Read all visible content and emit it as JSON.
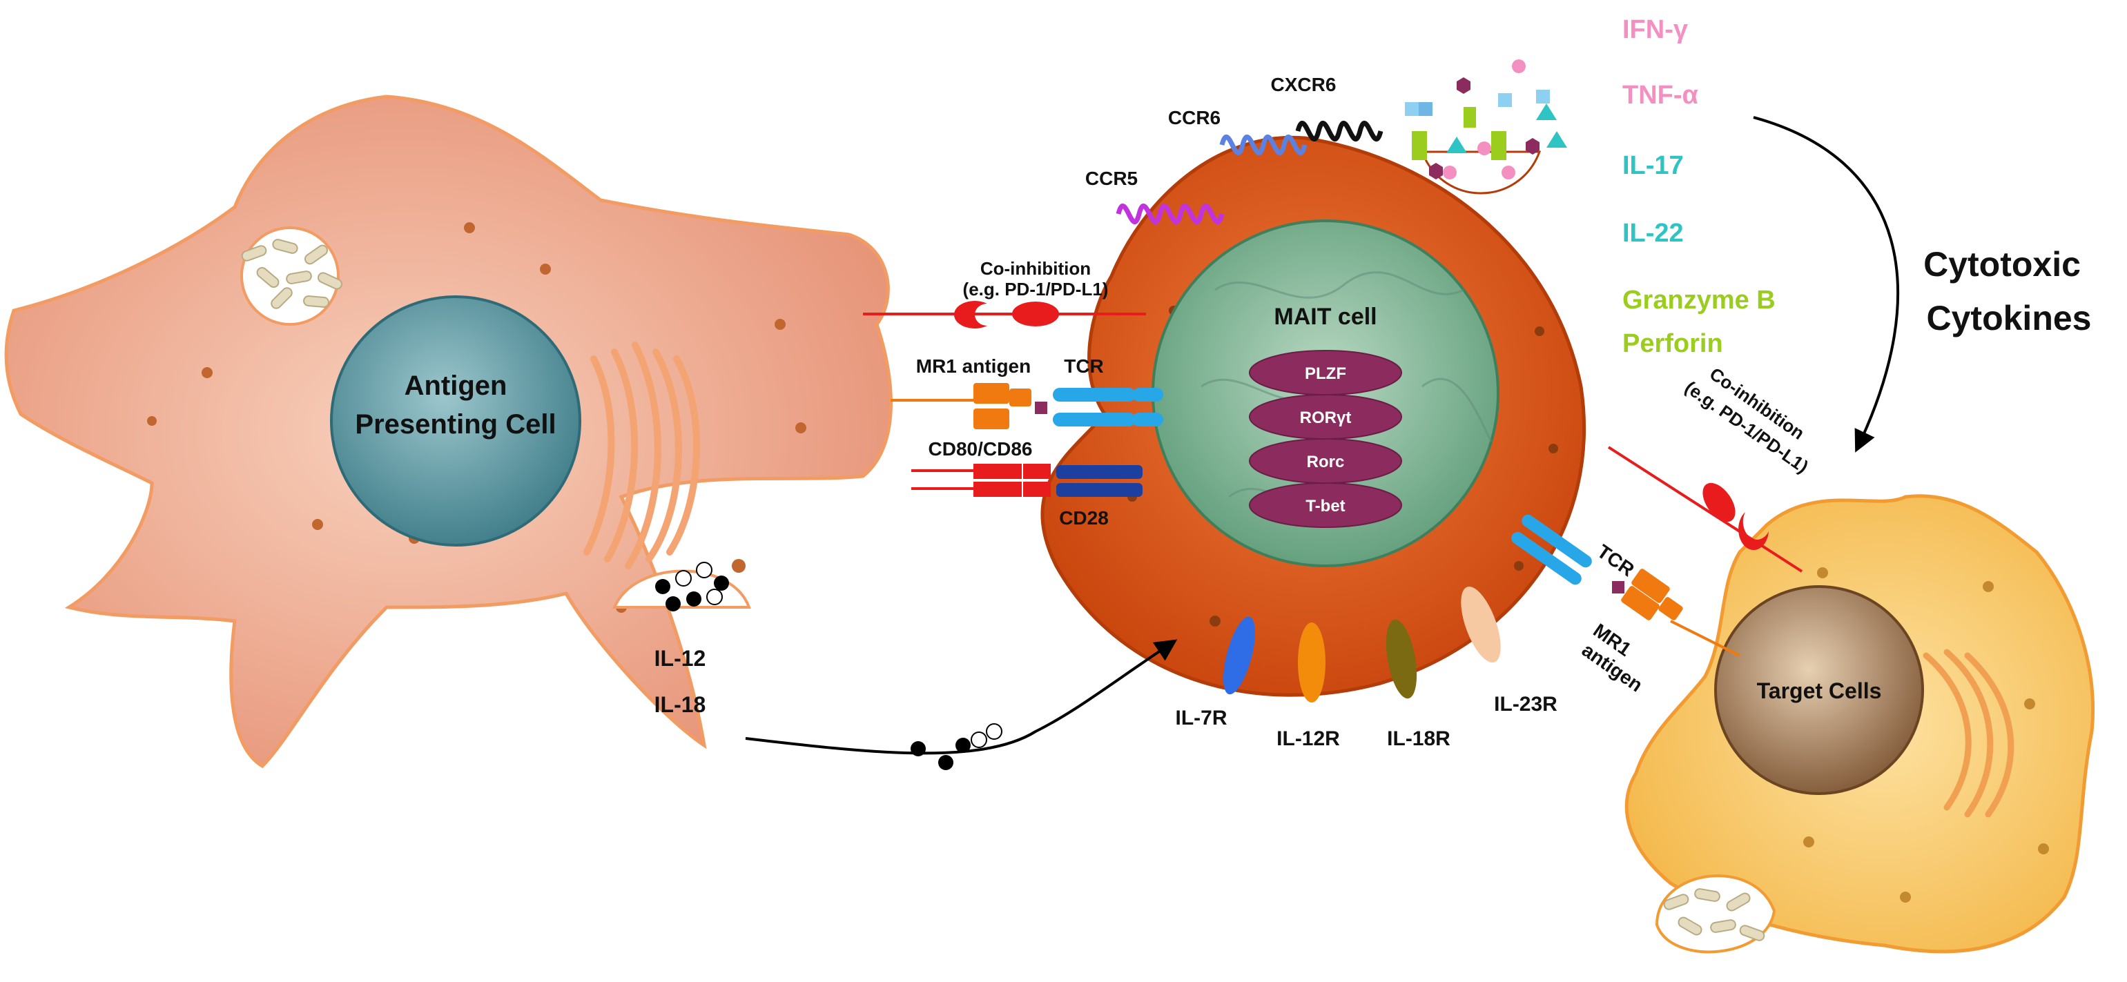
{
  "apc": {
    "label_line1": "Antigen",
    "label_line2": "Presenting Cell",
    "il12": "IL-12",
    "il18": "IL-18"
  },
  "mait": {
    "label": "MAIT cell",
    "transcription_factors": [
      "PLZF",
      "RORγt",
      "Rorc",
      "T-bet"
    ],
    "chemokine_receptors": {
      "ccr5": "CCR5",
      "ccr6": "CCR6",
      "cxcr6": "CXCR6"
    },
    "surface_receptors": {
      "il7r": "IL-7R",
      "il12r": "IL-12R",
      "il18r": "IL-18R",
      "il23r": "IL-23R"
    }
  },
  "synapse_left": {
    "coinhibition_line1": "Co-inhibition",
    "coinhibition_line2": "(e.g. PD-1/PD-L1)",
    "mr1_antigen": "MR1 antigen",
    "tcr": "TCR",
    "cd80_cd86": "CD80/CD86",
    "cd28": "CD28"
  },
  "synapse_right": {
    "coinhibition_line1": "Co-inhibition",
    "coinhibition_line2": "(e.g. PD-1/PD-L1)",
    "tcr": "TCR",
    "mr1_line1": "MR1",
    "mr1_line2": "antigen"
  },
  "cytokines": [
    {
      "label": "IFN-γ",
      "color": "#f48fc2"
    },
    {
      "label": "TNF-α",
      "color": "#f48fc2"
    },
    {
      "label": "IL-17",
      "color": "#2ec4c4"
    },
    {
      "label": "IL-22",
      "color": "#2ec4c4"
    },
    {
      "label": "Granzyme B",
      "color": "#9acd1e"
    },
    {
      "label": "Perforin",
      "color": "#9acd1e"
    }
  ],
  "cytotoxic": {
    "line1": "Cytotoxic",
    "line2": "Cytokines"
  },
  "target": {
    "label": "Target Cells"
  },
  "colors": {
    "apc_body": "#f2a98e",
    "apc_nucleus": "#4f8f9a",
    "mait_body": "#e0561c",
    "mait_nucleus": "#7fb58f",
    "tf_band": "#8b2b5e",
    "target_body": "#f8c464",
    "target_nucleus": "#a07850",
    "receptor_red": "#e81c1c",
    "receptor_blue": "#27a6e8",
    "receptor_orange": "#f07a10",
    "cd28_navy": "#1d3fa0"
  }
}
